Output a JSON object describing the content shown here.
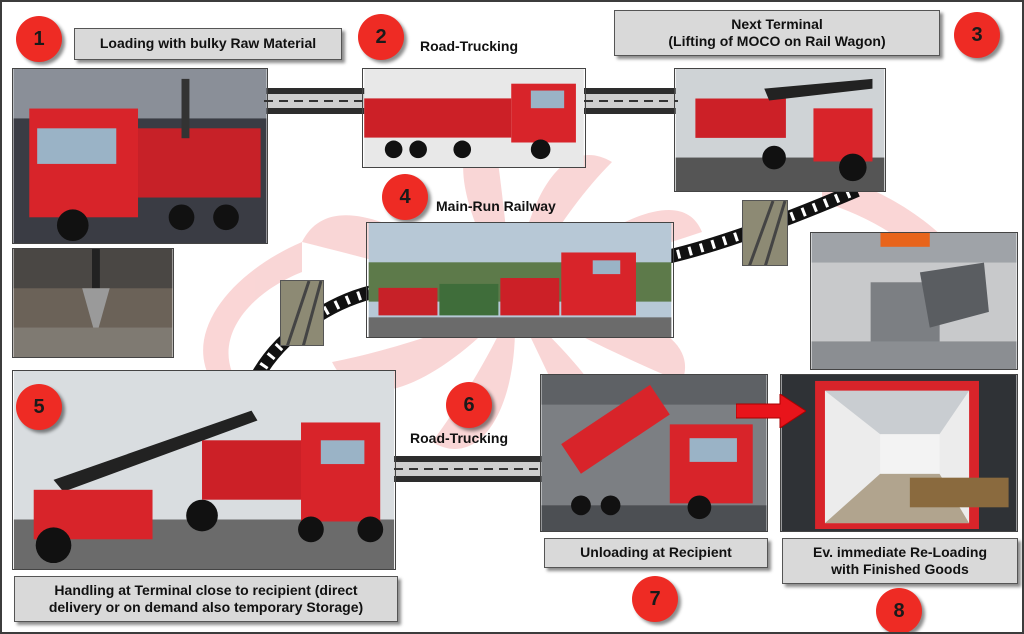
{
  "steps": [
    {
      "number": "1",
      "label": "Loading with bulky Raw Material"
    },
    {
      "number": "2",
      "label": "Road-Trucking"
    },
    {
      "number": "3",
      "label": "Next Terminal (Lifting of MOCO on Rail Wagon)",
      "label_line1": "Next Terminal",
      "label_line2": "(Lifting of MOCO on Rail Wagon)"
    },
    {
      "number": "4",
      "label": "Main-Run Railway"
    },
    {
      "number": "5",
      "label_line1": "Handling at Terminal close to recipient (direct",
      "label_line2": "delivery or on demand also temporary Storage)"
    },
    {
      "number": "6",
      "label": "Road-Trucking"
    },
    {
      "number": "7",
      "label": "Unloading at Recipient"
    },
    {
      "number": "8",
      "label_line1": "Ev. immediate Re-Loading",
      "label_line2": "with Finished Goods"
    }
  ],
  "colors": {
    "badge": "#ee2b24",
    "label_box": "#d9d9d9",
    "background_swirl": "#f7c8c8",
    "truck_red": "#d8242a",
    "arrow": "#e8141b"
  },
  "icons": [
    "truck-photo",
    "grab-photo",
    "reach-stacker-photo",
    "train-photo",
    "rail-track-photo",
    "tipper-photo",
    "container-interior-photo",
    "warehouse-photo",
    "right-arrow-icon"
  ]
}
